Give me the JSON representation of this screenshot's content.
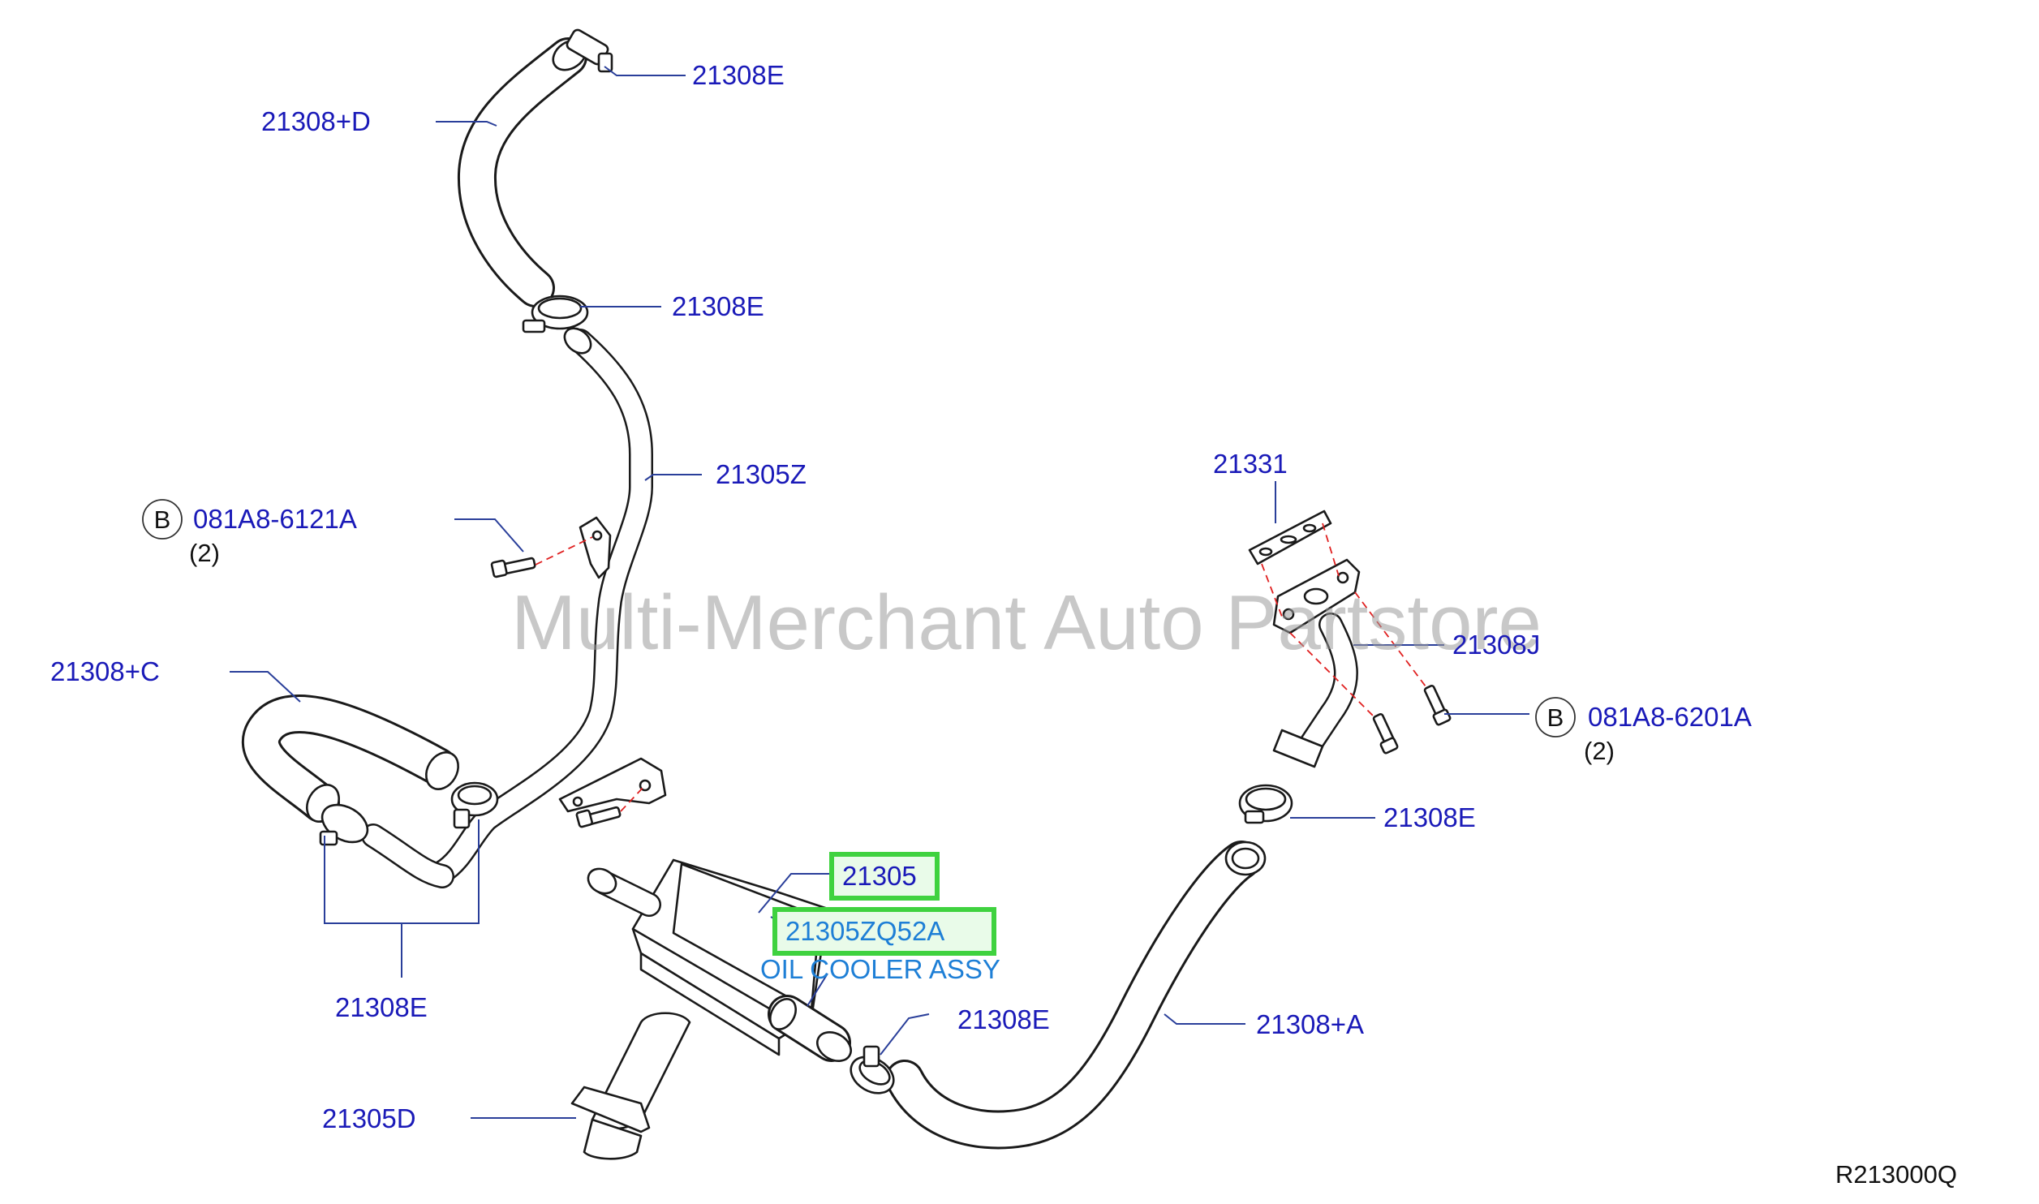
{
  "watermark": "Multi-Merchant Auto Partstore",
  "diagram_code": "R213000Q",
  "colors": {
    "label": "#1a1ab8",
    "assembly_label": "#1e7fd6",
    "highlight": "#3fd23f",
    "dashed_guide": "#e02020"
  },
  "labels": {
    "hose_top_clamp": "21308E",
    "hose_d": "21308+D",
    "upper_clamp": "21308E",
    "pipe_z": "21305Z",
    "bolt_left_marker": "B",
    "bolt_left_code": "081A8-6121A",
    "bolt_left_qty": "(2)",
    "hose_c": "21308+C",
    "clamps_left": "21308E",
    "cooler_part": "21305",
    "cooler_part_full": "21305ZQ52A",
    "cooler_name": "OIL COOLER ASSY",
    "connector_d": "21305D",
    "gasket": "21331",
    "pipe_j": "21308J",
    "bolt_right_marker": "B",
    "bolt_right_code": "081A8-6201A",
    "bolt_right_qty": "(2)",
    "right_clamp": "21308E",
    "lower_clamp": "21308E",
    "hose_a": "21308+A"
  }
}
